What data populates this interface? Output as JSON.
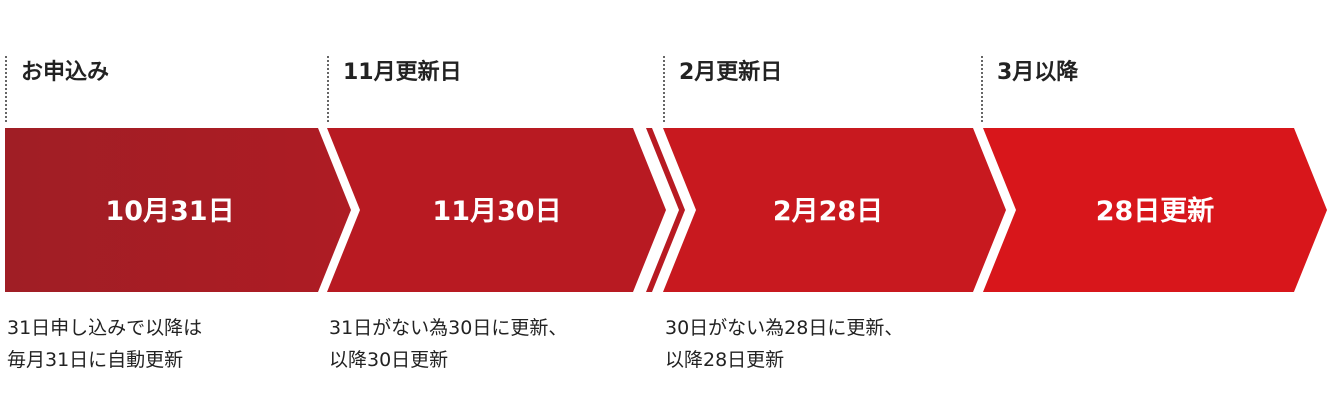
{
  "phases": [
    {
      "header": "お申込み",
      "label": "10月31日",
      "color": "#A31C23",
      "note": [
        "31日申し込みで以降は",
        "毎月31日に自動更新"
      ]
    },
    {
      "header": "11月更新日",
      "label": "11月30日",
      "color": "#B81A22",
      "note": [
        "31日がない為30日に更新、",
        "以降30日更新"
      ]
    },
    {
      "header": "2月更新日",
      "label": "2月28日",
      "color": "#C8191F",
      "note": [
        "30日がない為28日に更新、",
        "以降28日更新"
      ]
    },
    {
      "header": "3月以降",
      "label": "28日更新",
      "color": "#D8161B",
      "note": []
    }
  ]
}
